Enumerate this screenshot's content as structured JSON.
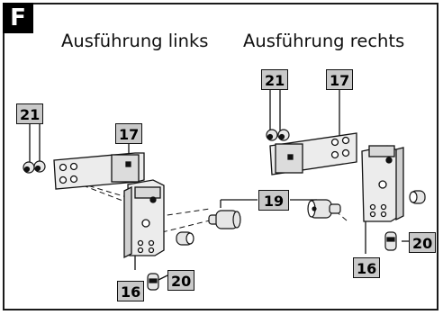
{
  "figure": {
    "panel_letter": "F",
    "left_heading": "Ausführung links",
    "right_heading": "Ausführung rechts"
  },
  "callouts": {
    "c21_left": "21",
    "c17_left": "17",
    "c16_left": "16",
    "c20_left": "20",
    "c19": "19",
    "c21_right": "21",
    "c17_right": "17",
    "c16_right": "16",
    "c20_right": "20"
  },
  "colors": {
    "callout_fill": "#c9c9c9",
    "part_fill": "#ececec",
    "outline": "#111111"
  }
}
